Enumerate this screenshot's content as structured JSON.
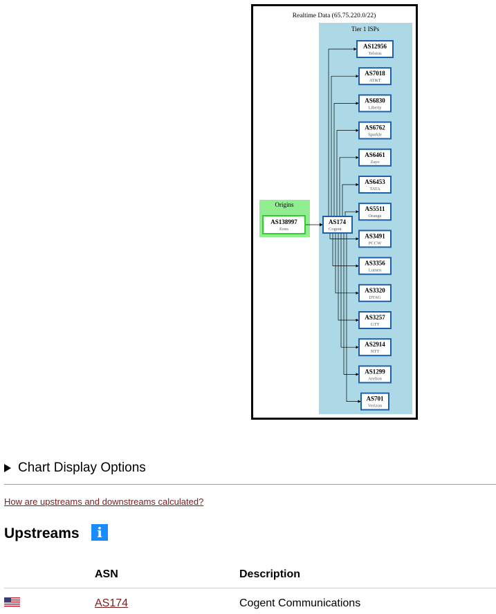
{
  "graph": {
    "title": "Realtime Data (65.75.220.0/22)",
    "origins_label": "Origins",
    "tier1_label": "Tier 1 ISPs",
    "origin": {
      "asn": "AS138997",
      "name": "Eons"
    },
    "transit": {
      "asn": "AS174",
      "name": "Cogent"
    },
    "tier1": [
      {
        "asn": "AS12956",
        "name": "Telxius"
      },
      {
        "asn": "AS7018",
        "name": "AT&T"
      },
      {
        "asn": "AS6830",
        "name": "Liberty"
      },
      {
        "asn": "AS6762",
        "name": "Sparkle"
      },
      {
        "asn": "AS6461",
        "name": "Zayo"
      },
      {
        "asn": "AS6453",
        "name": "TATA"
      },
      {
        "asn": "AS5511",
        "name": "Orange"
      },
      {
        "asn": "AS3491",
        "name": "PCCW"
      },
      {
        "asn": "AS3356",
        "name": "Lumen"
      },
      {
        "asn": "AS3320",
        "name": "DTAG"
      },
      {
        "asn": "AS3257",
        "name": "GTT"
      },
      {
        "asn": "AS2914",
        "name": "NTT"
      },
      {
        "asn": "AS1299",
        "name": "Arelion"
      },
      {
        "asn": "AS701",
        "name": "Verizon"
      }
    ]
  },
  "options": {
    "summary": "Chart Display Options"
  },
  "help_link": "How are upstreams and downstreams calculated?",
  "upstreams": {
    "title": "Upstreams",
    "info_icon": "info-icon",
    "columns": {
      "asn": "ASN",
      "description": "Description"
    },
    "rows": [
      {
        "flag": "us-flag-icon",
        "asn": "AS174",
        "description": "Cogent Communications"
      }
    ]
  },
  "colors": {
    "origins_bg": "#90ee90",
    "origins_border": "#32cd32",
    "tier1_bg": "#add8e6",
    "node_border": "#1f5fa8",
    "link": "#7a1c1c",
    "info": "#1a8cff"
  }
}
